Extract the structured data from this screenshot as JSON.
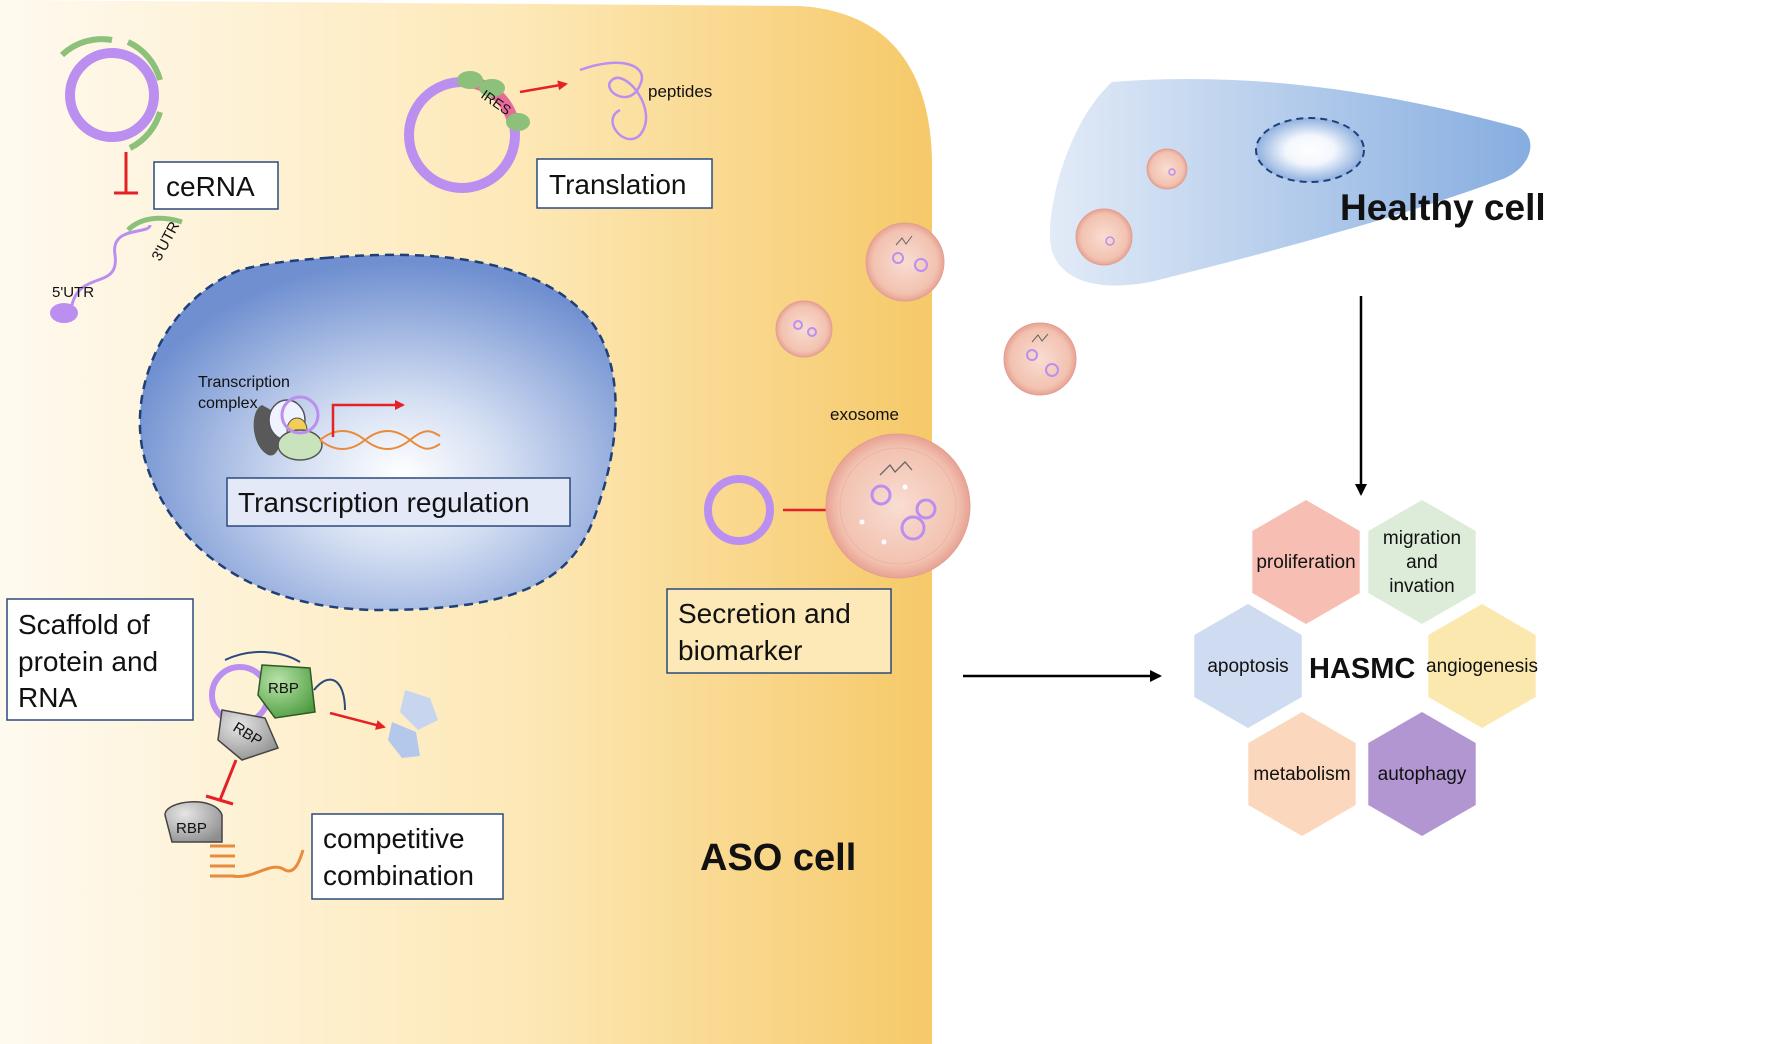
{
  "cells": {
    "aso_cell": "ASO cell",
    "healthy_cell": "Healthy cell"
  },
  "mechanisms": {
    "cerna": "ceRNA",
    "utr3": "3'UTR",
    "utr5": "5'UTR",
    "ires": "IRES",
    "peptides": "peptides",
    "translation": "Translation",
    "transcription_complex_line1": "Transcription",
    "transcription_complex_line2": "complex",
    "transcription_regulation": "Transcription regulation",
    "scaffold_line1": "Scaffold of",
    "scaffold_line2": "protein and",
    "scaffold_line3": "RNA",
    "rbp": "RBP",
    "competitive_line1": "competitive",
    "competitive_line2": "combination",
    "exosome": "exosome",
    "secretion_line1": "Secretion and",
    "secretion_line2": "biomarker"
  },
  "hasmc": {
    "center": "HASMC",
    "hexagons": [
      {
        "label_lines": [
          "proliferation"
        ],
        "color": "#f6b7ab"
      },
      {
        "label_lines": [
          "migration",
          "and",
          "invation"
        ],
        "color": "#d8ead5"
      },
      {
        "label_lines": [
          "apoptosis"
        ],
        "color": "#c9d7ee"
      },
      {
        "label_lines": [
          "angiogenesis"
        ],
        "color": "#fbe6a6"
      },
      {
        "label_lines": [
          "metabolism"
        ],
        "color": "#fbd4b6"
      },
      {
        "label_lines": [
          "autophagy"
        ],
        "color": "#a88bcc"
      }
    ]
  },
  "colors": {
    "circrna": "#bb8ff0",
    "arrow": "#e32226",
    "box_border": "#2a4a7d",
    "nucleus": "#6f8fd0",
    "healthy": "#8fb2e0",
    "aso_gradient": "#f8d27a"
  }
}
